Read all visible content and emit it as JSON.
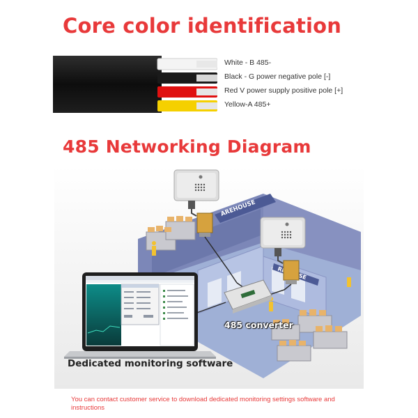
{
  "section_titles": {
    "core_color": "Core color identification",
    "networking": "485 Networking Diagram"
  },
  "wires": [
    {
      "label": "White - B 485-",
      "color": "#f4f4f4"
    },
    {
      "label": "Black - G power negative pole [-]",
      "color": "#1a1a1a"
    },
    {
      "label": "Red V power supply positive pole [+]",
      "color": "#e01010"
    },
    {
      "label": "Yellow-A 485+",
      "color": "#f5d000"
    }
  ],
  "diagram": {
    "software_label": "Dedicated monitoring software",
    "converter_label": "485 converter",
    "warehouse_sign": "AREHOUSE",
    "warehouse_sign_2": "REHOUSE"
  },
  "footer_note": "You can contact customer service to download dedicated monitoring settings software and instructions",
  "colors": {
    "accent_red": "#e8393a",
    "cable_jacket": "#141414",
    "warehouse_floor": "#9fb0d6",
    "warehouse_wall": "#7c87b8",
    "sensor_body": "#dedede",
    "probe_amber": "#d6a23e"
  }
}
